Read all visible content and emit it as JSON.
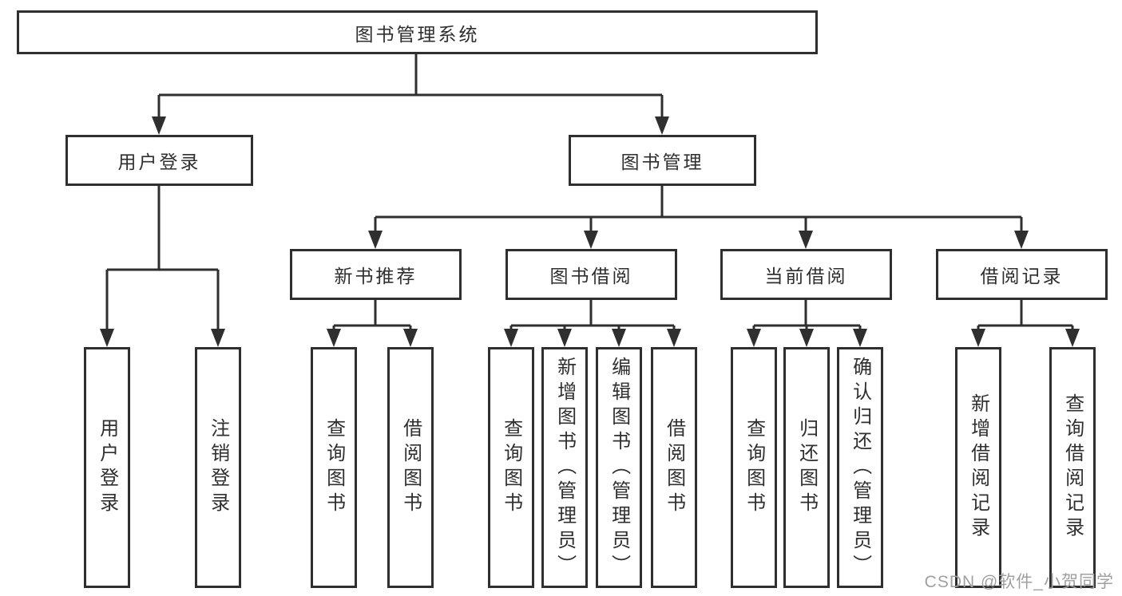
{
  "diagram": {
    "type": "hierarchy-tree",
    "root": {
      "label": "图书管理系统",
      "children": [
        {
          "label": "用户登录",
          "children": [
            {
              "label": "用户登录"
            },
            {
              "label": "注销登录"
            }
          ]
        },
        {
          "label": "图书管理",
          "children": [
            {
              "label": "新书推荐",
              "children": [
                {
                  "label": "查询图书"
                },
                {
                  "label": "借阅图书"
                }
              ]
            },
            {
              "label": "图书借阅",
              "children": [
                {
                  "label": "查询图书"
                },
                {
                  "label": "新增图书（管理员）"
                },
                {
                  "label": "编辑图书（管理员）"
                },
                {
                  "label": "借阅图书"
                }
              ]
            },
            {
              "label": "当前借阅",
              "children": [
                {
                  "label": "查询图书"
                },
                {
                  "label": "归还图书"
                },
                {
                  "label": "确认归还（管理员）"
                }
              ]
            },
            {
              "label": "借阅记录",
              "children": [
                {
                  "label": "新增借阅记录"
                },
                {
                  "label": "查询借阅记录"
                }
              ]
            }
          ]
        }
      ]
    },
    "colors": {
      "line": "#2f2f2f",
      "box_border": "#2f2f2f",
      "text": "#2f2f2f",
      "background": "#ffffff"
    }
  },
  "watermark": {
    "text": "CSDN @软件_小贺同学",
    "color": "#a0a0a0"
  }
}
